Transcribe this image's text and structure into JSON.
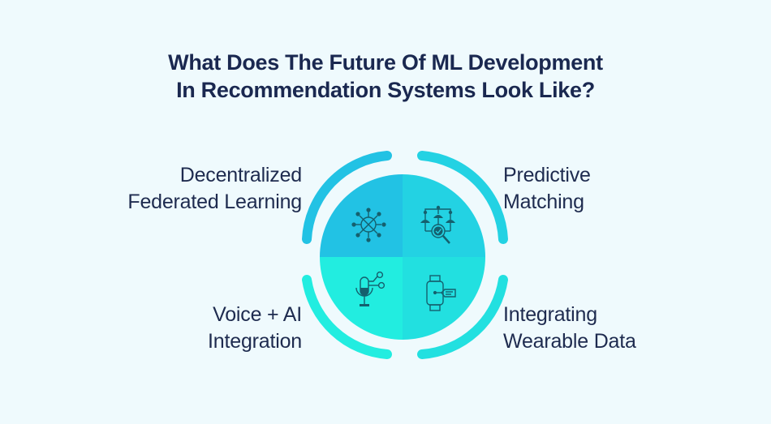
{
  "title": {
    "line1": "What Does The Future Of ML Development",
    "line2": "In Recommendation Systems Look Like?"
  },
  "colors": {
    "background": "#effafd",
    "title": "#1a2850",
    "label": "#1e2b4f",
    "quadrant_top_left": "#22c2e4",
    "quadrant_top_right": "#23d2e3",
    "quadrant_bottom_left": "#22ede0",
    "quadrant_bottom_right": "#22e0e0",
    "arc_top_left": "#22c2e4",
    "arc_top_right": "#23d2e3",
    "arc_bottom_left": "#22ede0",
    "arc_bottom_right": "#22e0e0",
    "icon": "#15606e"
  },
  "items": [
    {
      "position": "top-left",
      "icon": "federated-network-icon",
      "line1": "Decentralized",
      "line2": "Federated Learning"
    },
    {
      "position": "top-right",
      "icon": "predictive-matching-icon",
      "line1": "Predictive",
      "line2": "Matching"
    },
    {
      "position": "bottom-left",
      "icon": "voice-microphone-icon",
      "line1": "Voice + AI",
      "line2": "Integration"
    },
    {
      "position": "bottom-right",
      "icon": "smartwatch-icon",
      "line1": "Integrating",
      "line2": "Wearable Data"
    }
  ]
}
